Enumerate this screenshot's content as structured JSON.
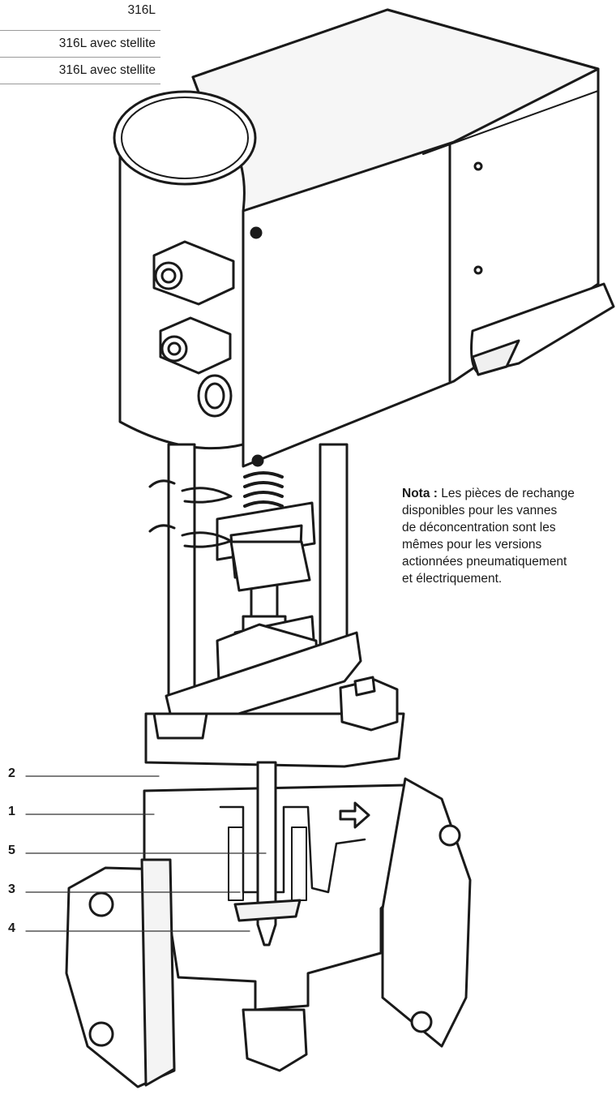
{
  "materials_table": {
    "rows": [
      "316L",
      "316L avec stellite",
      "316L avec stellite"
    ]
  },
  "note": {
    "label": "Nota :",
    "lines": [
      "Les pièces de rechange",
      "disponibles pour les vannes",
      "de déconcentration sont les",
      "mêmes pour les versions",
      "actionnées pneumatiquement",
      "et électriquement."
    ]
  },
  "callouts": [
    "2",
    "1",
    "5",
    "3",
    "4"
  ],
  "colors": {
    "line": "#1a1a1a",
    "fill": "#ffffff",
    "leader": "#333333"
  }
}
